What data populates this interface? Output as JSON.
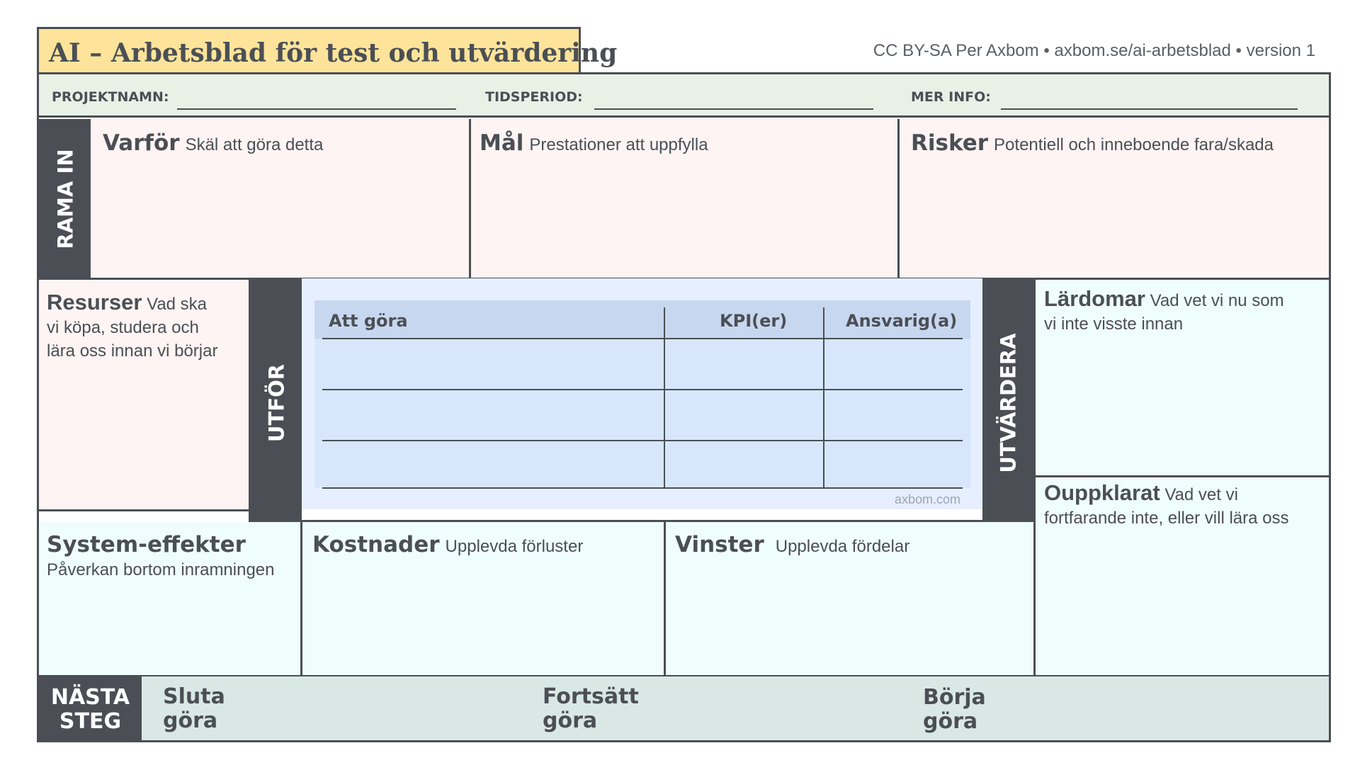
{
  "title": "AI – Arbetsblad för test och utvärdering",
  "credit": "CC BY-SA Per Axbom • axbom.se/ai-arbetsblad • version 1",
  "info": {
    "project_label": "PROJEKTNAMN:",
    "period_label": "TIDSPERIOD:",
    "more_label": "MER INFO:"
  },
  "sections": {
    "rama_in": "RAMA IN",
    "utfor": "UTFÖR",
    "utvardera": "UTVÄRDERA",
    "nasta_steg_1": "NÄSTA",
    "nasta_steg_2": "STEG"
  },
  "boxes": {
    "varfor": {
      "heading": "Varför",
      "desc": "Skäl att göra detta"
    },
    "mal": {
      "heading": "Mål",
      "desc": "Prestationer att uppfylla"
    },
    "risker": {
      "heading": "Risker",
      "desc": "Potentiell och inneboende fara/skada"
    },
    "resurser": {
      "heading": "Resurser",
      "desc1": "Vad ska",
      "desc2": "vi köpa, studera och",
      "desc3": "lära oss innan vi börjar"
    },
    "lardomar": {
      "heading": "Lärdomar",
      "desc1": "Vad vet vi nu som",
      "desc2": "vi inte visste innan"
    },
    "oupp": {
      "heading": "Ouppklarat",
      "desc1": "Vad vet vi",
      "desc2": "fortfarande inte, eller vill lära oss"
    },
    "system": {
      "heading": "System-effekter",
      "desc": "Påverkan bortom inramningen"
    },
    "kostnader": {
      "heading": "Kostnader",
      "desc": "Upplevda förluster"
    },
    "vinster": {
      "heading": "Vinster",
      "desc": "Upplevda fördelar"
    }
  },
  "table": {
    "col1": "Att göra",
    "col2": "KPI(er)",
    "col3": "Ansvarig(a)",
    "watermark": "axbom.com"
  },
  "next": {
    "sluta_1": "Sluta",
    "sluta_2": "göra",
    "fortsatt_1": "Fortsätt",
    "fortsatt_2": "göra",
    "borja_1": "Börja",
    "borja_2": "göra"
  },
  "colors": {
    "dark": "#4b4f55",
    "title_bg": "#fde49a",
    "frame_pink": "#fdf4f3",
    "evaluate_cyan": "#effefd",
    "table_blue": "#d7e6fb",
    "next_green": "#d9e8e5"
  }
}
